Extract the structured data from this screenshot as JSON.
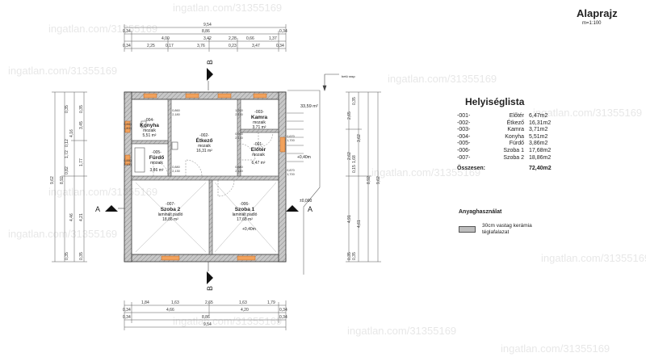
{
  "header": {
    "title": "Alaprajz",
    "scale": "m=1:100"
  },
  "room_list": {
    "title": "Helyiséglista",
    "rows": [
      {
        "num": "-001-",
        "name": "Előtér",
        "area": "6,47m2"
      },
      {
        "num": "-002-",
        "name": "Étkező",
        "area": "16,31m2"
      },
      {
        "num": "-003-",
        "name": "Kamra",
        "area": "3,71m2"
      },
      {
        "num": "-004-",
        "name": "Konyha",
        "area": "5,51m2"
      },
      {
        "num": "-005-",
        "name": "Fürdő",
        "area": "3,86m2"
      },
      {
        "num": "-006-",
        "name": "Szoba 1",
        "area": "17,68m2"
      },
      {
        "num": "-007-",
        "name": "Szoba 2",
        "area": "18,86m2"
      }
    ],
    "total_label": "Összesen:",
    "total_value": "72,40m2"
  },
  "materials": {
    "title": "Anyaghasználat",
    "item_label": "30cm vastag kerámia téglafalazat"
  },
  "rooms": [
    {
      "num": "-004-",
      "name": "Konyha",
      "floor": "mozaik",
      "area": "5,51 m²"
    },
    {
      "num": "-002-",
      "name": "Étkező",
      "floor": "mozaik",
      "area": "16,31 m²"
    },
    {
      "num": "-003-",
      "name": "Kamra",
      "floor": "mozaik",
      "area": "3,71 m²"
    },
    {
      "num": "-001-",
      "name": "Előtér",
      "floor": "mozaik",
      "area": "6,47 m²"
    },
    {
      "num": "-005-",
      "name": "Fürdő",
      "floor": "mozaik",
      "area": "3,86 m²"
    },
    {
      "num": "-007-",
      "name": "Szoba 2",
      "floor": "laminált padló",
      "area": "18,86 m²"
    },
    {
      "num": "-006-",
      "name": "Szoba 1",
      "floor": "laminált padló",
      "area": "17,68 m²"
    }
  ],
  "annotations": {
    "terrace_area": "33,59 m²",
    "level_main": "+0,40m",
    "level_room": "+0,40m",
    "level_ground": "±0,000",
    "section_a": "A",
    "section_b": "B",
    "stairs_label": "betü rasp"
  },
  "windows": [
    {
      "w": "0,860",
      "h": "2,180"
    },
    {
      "w": "1,200",
      "h": "2,130"
    },
    {
      "w": "0,900",
      "h": "2,130"
    },
    {
      "w": "0,670",
      "h": "1,700"
    },
    {
      "w": "0,870",
      "h": "1,700"
    },
    {
      "w": "0,880",
      "h": "2,130"
    },
    {
      "w": "0,880",
      "h": "2,130"
    },
    {
      "w": "0,860",
      "h": "1,800"
    },
    {
      "w": "0,880",
      "h": "2,130"
    }
  ],
  "dim_top": [
    {
      "label": "9,54"
    },
    {
      "label": "0,34"
    },
    {
      "label": "8,86"
    },
    {
      "label": "0,34"
    },
    {
      "label": "4,00"
    },
    {
      "label": "3,42"
    },
    {
      "label": "2,28"
    },
    {
      "label": "0,66"
    },
    {
      "label": "1,37"
    },
    {
      "label": "0,34"
    },
    {
      "label": "2,25"
    },
    {
      "label": "0,17"
    },
    {
      "label": "3,76"
    },
    {
      "label": "0,23"
    },
    {
      "label": "3,47"
    },
    {
      "label": "0,34"
    }
  ],
  "dim_bottom": [
    {
      "label": "1,84"
    },
    {
      "label": "1,63"
    },
    {
      "label": "2,65"
    },
    {
      "label": "1,63"
    },
    {
      "label": "1,79"
    },
    {
      "label": "0,34"
    },
    {
      "label": "4,66"
    },
    {
      "label": "4,20"
    },
    {
      "label": "0,34"
    },
    {
      "label": "0,34"
    },
    {
      "label": "8,86"
    },
    {
      "label": "0,34"
    },
    {
      "label": "9,54"
    }
  ],
  "dim_left": [
    {
      "label": "9,62"
    },
    {
      "label": "8,92"
    },
    {
      "label": "4,16"
    },
    {
      "label": "4,46"
    },
    {
      "label": "0,35"
    },
    {
      "label": "3,45"
    },
    {
      "label": "1,77"
    },
    {
      "label": "4,21"
    },
    {
      "label": "0,35"
    },
    {
      "label": "0,35"
    },
    {
      "label": "1,72"
    },
    {
      "label": "0,82"
    },
    {
      "label": "0,12"
    },
    {
      "label": "0,35"
    }
  ],
  "dim_right": [
    {
      "label": "9,62"
    },
    {
      "label": "8,92"
    },
    {
      "label": "3,62"
    },
    {
      "label": "4,61"
    },
    {
      "label": "2,65"
    },
    {
      "label": "2,62"
    },
    {
      "label": "4,91"
    },
    {
      "label": "0,35"
    },
    {
      "label": "0,35"
    },
    {
      "label": "1,68"
    },
    {
      "label": "0,15"
    },
    {
      "label": "0,35"
    }
  ],
  "watermark": "ingatlan.com/31355169"
}
